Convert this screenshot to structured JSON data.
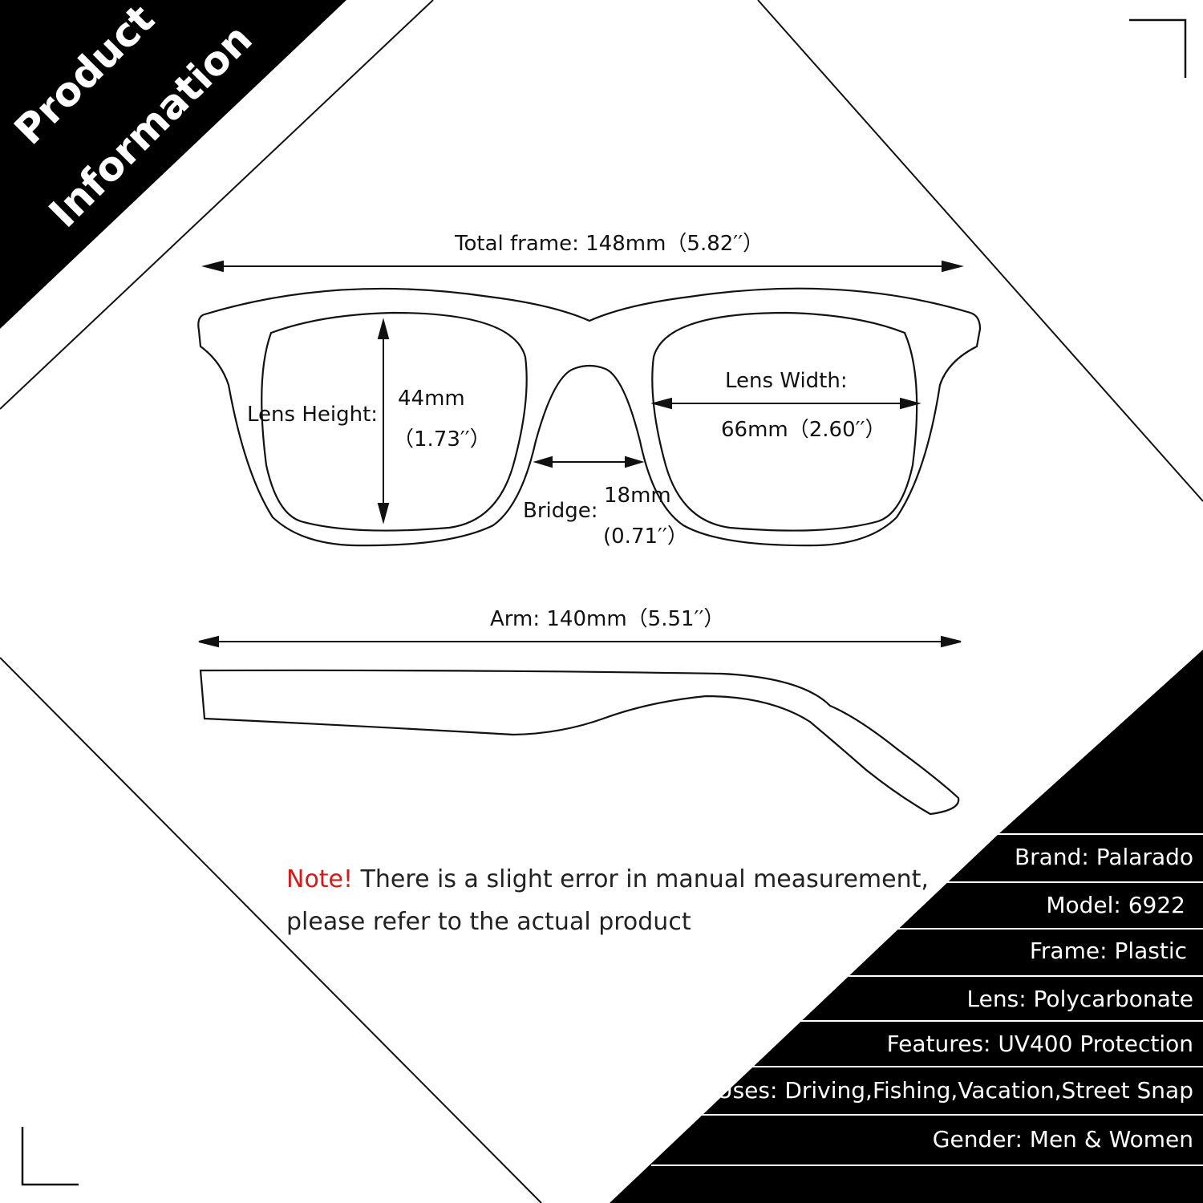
{
  "banner": {
    "line1": "Product",
    "line2": "Information"
  },
  "dimensions": {
    "total_frame": {
      "label": "Total frame:",
      "mm": "148mm",
      "inch": "（5.82′′）"
    },
    "lens_height": {
      "label": "Lens Height:",
      "mm": "44mm",
      "inch": "（1.73′′）"
    },
    "lens_width": {
      "label": "Lens Width:",
      "mm": "66mm",
      "inch": "（2.60′′）"
    },
    "bridge": {
      "label": "Bridge:",
      "mm": "18mm",
      "inch": "(0.71′′）"
    },
    "arm": {
      "label": "Arm:",
      "mm": "140mm",
      "inch": "（5.51′′）"
    }
  },
  "note": {
    "prefix": "Note!",
    "line1": "There is a slight error in manual measurement,",
    "line2": "please refer to the actual product"
  },
  "specs": [
    {
      "label": "Brand:",
      "value": "Palarado"
    },
    {
      "label": "Model:",
      "value": "6922"
    },
    {
      "label": "Frame:",
      "value": "Plastic"
    },
    {
      "label": "Lens:",
      "value": "Polycarbonate"
    },
    {
      "label": "Features:",
      "value": "UV400 Protection"
    },
    {
      "label": "Uses:",
      "value": "Driving,Fishing,Vacation,Street Snap"
    },
    {
      "label": "Gender:",
      "value": "Men & Women"
    }
  ],
  "colors": {
    "ink": "#111111",
    "note_accent": "#d11a1a",
    "panel": "#000000"
  }
}
